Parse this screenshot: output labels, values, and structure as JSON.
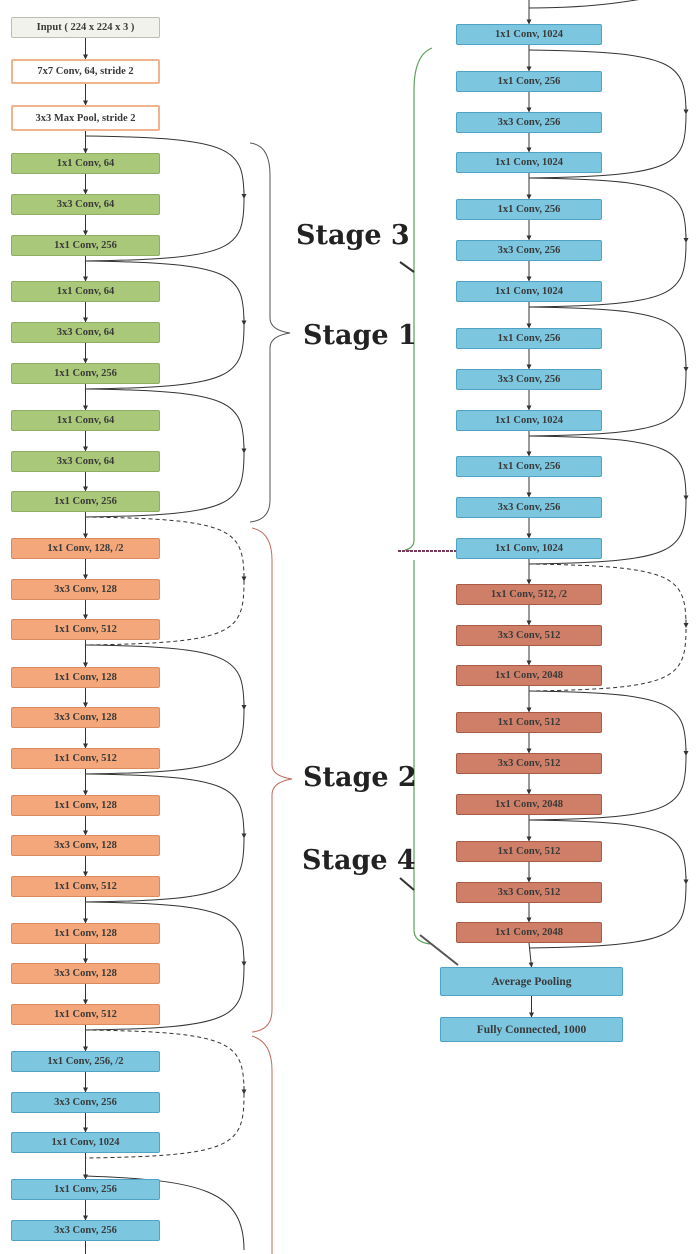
{
  "input_label": "Input ( 224 x 224 x 3 )",
  "stem": {
    "conv": "7x7 Conv, 64, stride 2",
    "pool": "3x3 Max Pool, stride 2"
  },
  "stage_labels": {
    "stage1": "Stage 1",
    "stage2": "Stage 2",
    "stage3": "Stage 3",
    "stage4": "Stage 4"
  },
  "stage1_blocks": [
    [
      "1x1 Conv, 64",
      "3x3 Conv, 64",
      "1x1 Conv, 256"
    ],
    [
      "1x1 Conv, 64",
      "3x3 Conv, 64",
      "1x1 Conv, 256"
    ],
    [
      "1x1 Conv, 64",
      "3x3 Conv, 64",
      "1x1 Conv, 256"
    ]
  ],
  "stage2_blocks": [
    [
      "1x1 Conv, 128, /2",
      "3x3 Conv, 128",
      "1x1 Conv, 512"
    ],
    [
      "1x1 Conv, 128",
      "3x3 Conv, 128",
      "1x1 Conv, 512"
    ],
    [
      "1x1 Conv, 128",
      "3x3 Conv, 128",
      "1x1 Conv, 512"
    ],
    [
      "1x1 Conv, 128",
      "3x3 Conv, 128",
      "1x1 Conv, 512"
    ]
  ],
  "stage3_left": [
    "1x1 Conv, 256, /2",
    "3x3 Conv, 256",
    "1x1 Conv, 1024",
    "1x1 Conv, 256",
    "3x3 Conv, 256"
  ],
  "stage3_right": [
    "1x1 Conv, 1024",
    "1x1 Conv, 256",
    "3x3 Conv, 256",
    "1x1 Conv, 1024",
    "1x1 Conv, 256",
    "3x3 Conv, 256",
    "1x1 Conv, 1024",
    "1x1 Conv, 256",
    "3x3 Conv, 256",
    "1x1 Conv, 1024",
    "1x1 Conv, 256",
    "3x3 Conv, 256",
    "1x1 Conv, 1024"
  ],
  "stage4_blocks": [
    [
      "1x1 Conv, 512, /2",
      "3x3 Conv, 512",
      "1x1 Conv, 2048"
    ],
    [
      "1x1 Conv, 512",
      "3x3 Conv, 512",
      "1x1 Conv, 2048"
    ],
    [
      "1x1 Conv, 512",
      "3x3 Conv, 512",
      "1x1 Conv, 2048"
    ]
  ],
  "head": {
    "pool": "Average Pooling",
    "fc": "Fully Connected, 1000"
  },
  "colors": {
    "stage1": "#a9c87a",
    "stage2": "#f4a77a",
    "stage3": "#7cc6e0",
    "stage4": "#cf7f67",
    "arrow": "#333333"
  }
}
